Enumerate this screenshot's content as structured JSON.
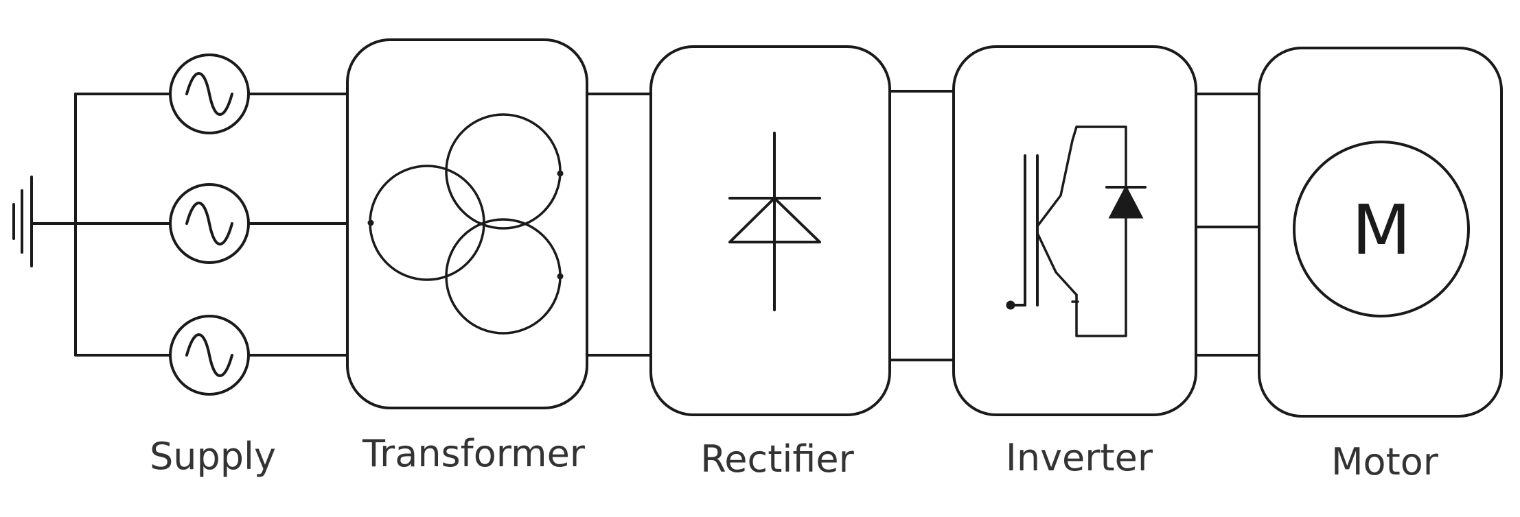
{
  "labels": {
    "supply": "Supply",
    "transformer": "Transformer",
    "rectifier": "Rectifier",
    "inverter": "Inverter",
    "motor": "Motor"
  },
  "motor_symbol": "M",
  "icons": {
    "ground": "ground-icon",
    "ac_source": "ac-source-icon",
    "transformer": "transformer-icon",
    "diode": "diode-icon",
    "igbt": "igbt-icon",
    "motor": "motor-icon"
  },
  "colors": {
    "line": "#1a1a1a",
    "text": "#333333",
    "background": "#ffffff"
  }
}
